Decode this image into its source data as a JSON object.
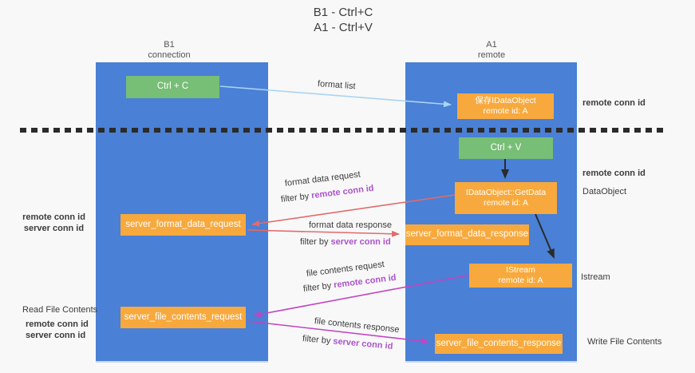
{
  "title": {
    "line1": "B1 - Ctrl+C",
    "line2": "A1 - Ctrl+V"
  },
  "columns": {
    "left": {
      "header_line1": "B1",
      "header_line2": "connection"
    },
    "right": {
      "header_line1": "A1",
      "header_line2": "remote"
    }
  },
  "boxes": {
    "ctrl_c": {
      "label": "Ctrl + C"
    },
    "save_idataobject": {
      "line1": "保存IDataObject",
      "line2": "remote id: A"
    },
    "ctrl_v": {
      "label": "Ctrl + V"
    },
    "getdata": {
      "line1": "IDataObject::GetData",
      "line2": "remote id: A"
    },
    "format_request": {
      "label": "server_format_data_request"
    },
    "format_response": {
      "label": "server_format_data_response"
    },
    "istream": {
      "line1": "IStream",
      "line2": "remote id: A"
    },
    "file_request": {
      "label": "server_file_contents_request"
    },
    "file_response": {
      "label": "server_file_contents_response"
    }
  },
  "arrow_labels": {
    "format_list": "format list",
    "format_request_line": "format data request",
    "format_request_filter_prefix": "filter by ",
    "format_request_filter_key": "remote conn id",
    "format_response_line": "format data response",
    "format_response_filter_prefix": "filter by ",
    "format_response_filter_key": "server conn id",
    "file_request_line": "file contents request",
    "file_request_filter_prefix": "filter by ",
    "file_request_filter_key": "remote conn id",
    "file_response_line": "file contents response",
    "file_response_filter_prefix": "filter by ",
    "file_response_filter_key": "server conn id"
  },
  "side_labels": {
    "right_remote_conn_top": "remote conn id",
    "right_remote_conn_mid": "remote conn id",
    "right_dataobject": "DataObject",
    "right_istream": "Istream",
    "right_write_file": "Write File Contents",
    "left_remote_conn_mid": "remote conn id",
    "left_server_conn_mid": "server conn id",
    "left_read_file": "Read File Contents",
    "left_remote_conn_bottom": "remote conn id",
    "left_server_conn_bottom": "server conn id"
  },
  "colors": {
    "column_blue": "#4a80d5",
    "box_green": "#77be76",
    "box_orange": "#f8a93d",
    "arrow_light_blue": "#aad4f5",
    "arrow_red": "#e26b6b",
    "arrow_magenta": "#c145c1",
    "arrow_black": "#2b2b2b",
    "text_purple": "#ab54cb",
    "text_green": "#62bb6d",
    "background": "#f8f8f8"
  }
}
